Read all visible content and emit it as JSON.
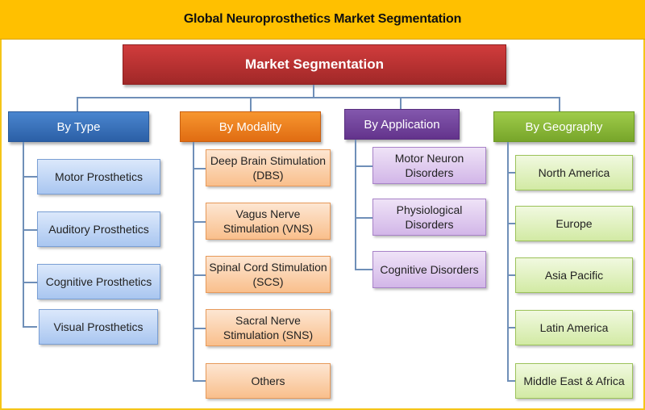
{
  "title": "Global Neuroprosthetics Market Segmentation",
  "root": "Market Segmentation",
  "categories": [
    {
      "label": "By Type",
      "items": [
        "Motor Prosthetics",
        "Auditory Prosthetics",
        "Cognitive Prosthetics",
        "Visual Prosthetics"
      ]
    },
    {
      "label": "By Modality",
      "items": [
        "Deep Brain Stimulation (DBS)",
        "Vagus Nerve Stimulation (VNS)",
        "Spinal Cord Stimulation (SCS)",
        "Sacral Nerve Stimulation (SNS)",
        "Others"
      ]
    },
    {
      "label": "By Application",
      "items": [
        "Motor Neuron Disorders",
        "Physiological Disorders",
        "Cognitive Disorders"
      ]
    },
    {
      "label": "By Geography",
      "items": [
        "North America",
        "Europe",
        "Asia Pacific",
        "Latin America",
        "Middle East & Africa"
      ]
    }
  ],
  "colors": {
    "header": "#ffc000",
    "root": "#c0392b",
    "type": "#3a74bd",
    "modality": "#f0821f",
    "application": "#7650a0",
    "geography": "#8cbb3c",
    "connector": "#6f8fb8"
  }
}
